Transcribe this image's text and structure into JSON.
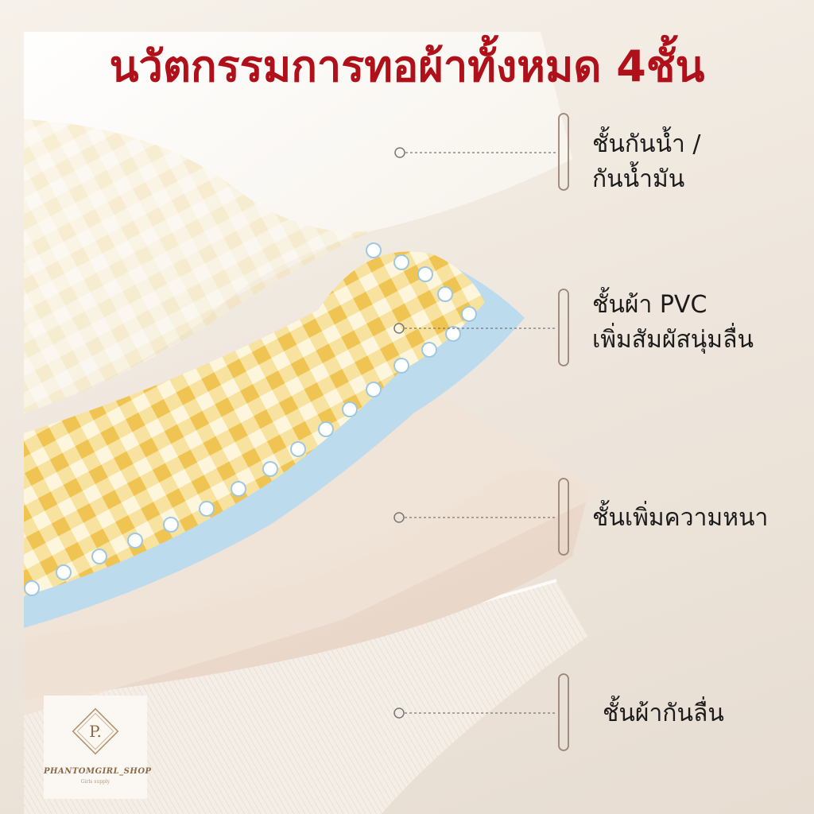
{
  "title": "นวัตกรรมการทอผ้าทั้งหมด 4ชั้น",
  "layers": [
    {
      "line1": "ชั้นกันน้ำ /",
      "line2": "กันน้ำมัน"
    },
    {
      "line1": "ชั้นผ้า PVC",
      "line2": "เพิ่มสัมผัสนุ่มลื่น"
    },
    {
      "line1": "ชั้นเพิ่มความหนา",
      "line2": ""
    },
    {
      "line1": "ชั้นผ้ากันลื่น",
      "line2": ""
    }
  ],
  "logo": {
    "monogram": "P.",
    "name": "PHANTOMGIRL_SHOP",
    "tagline": "Girls supply"
  },
  "colors": {
    "title": "#b0101a",
    "plaid": "#f2c95a",
    "trim": "#bcdcee",
    "label_text": "#1b1b1b"
  },
  "icon": "logo-diamond-icon"
}
